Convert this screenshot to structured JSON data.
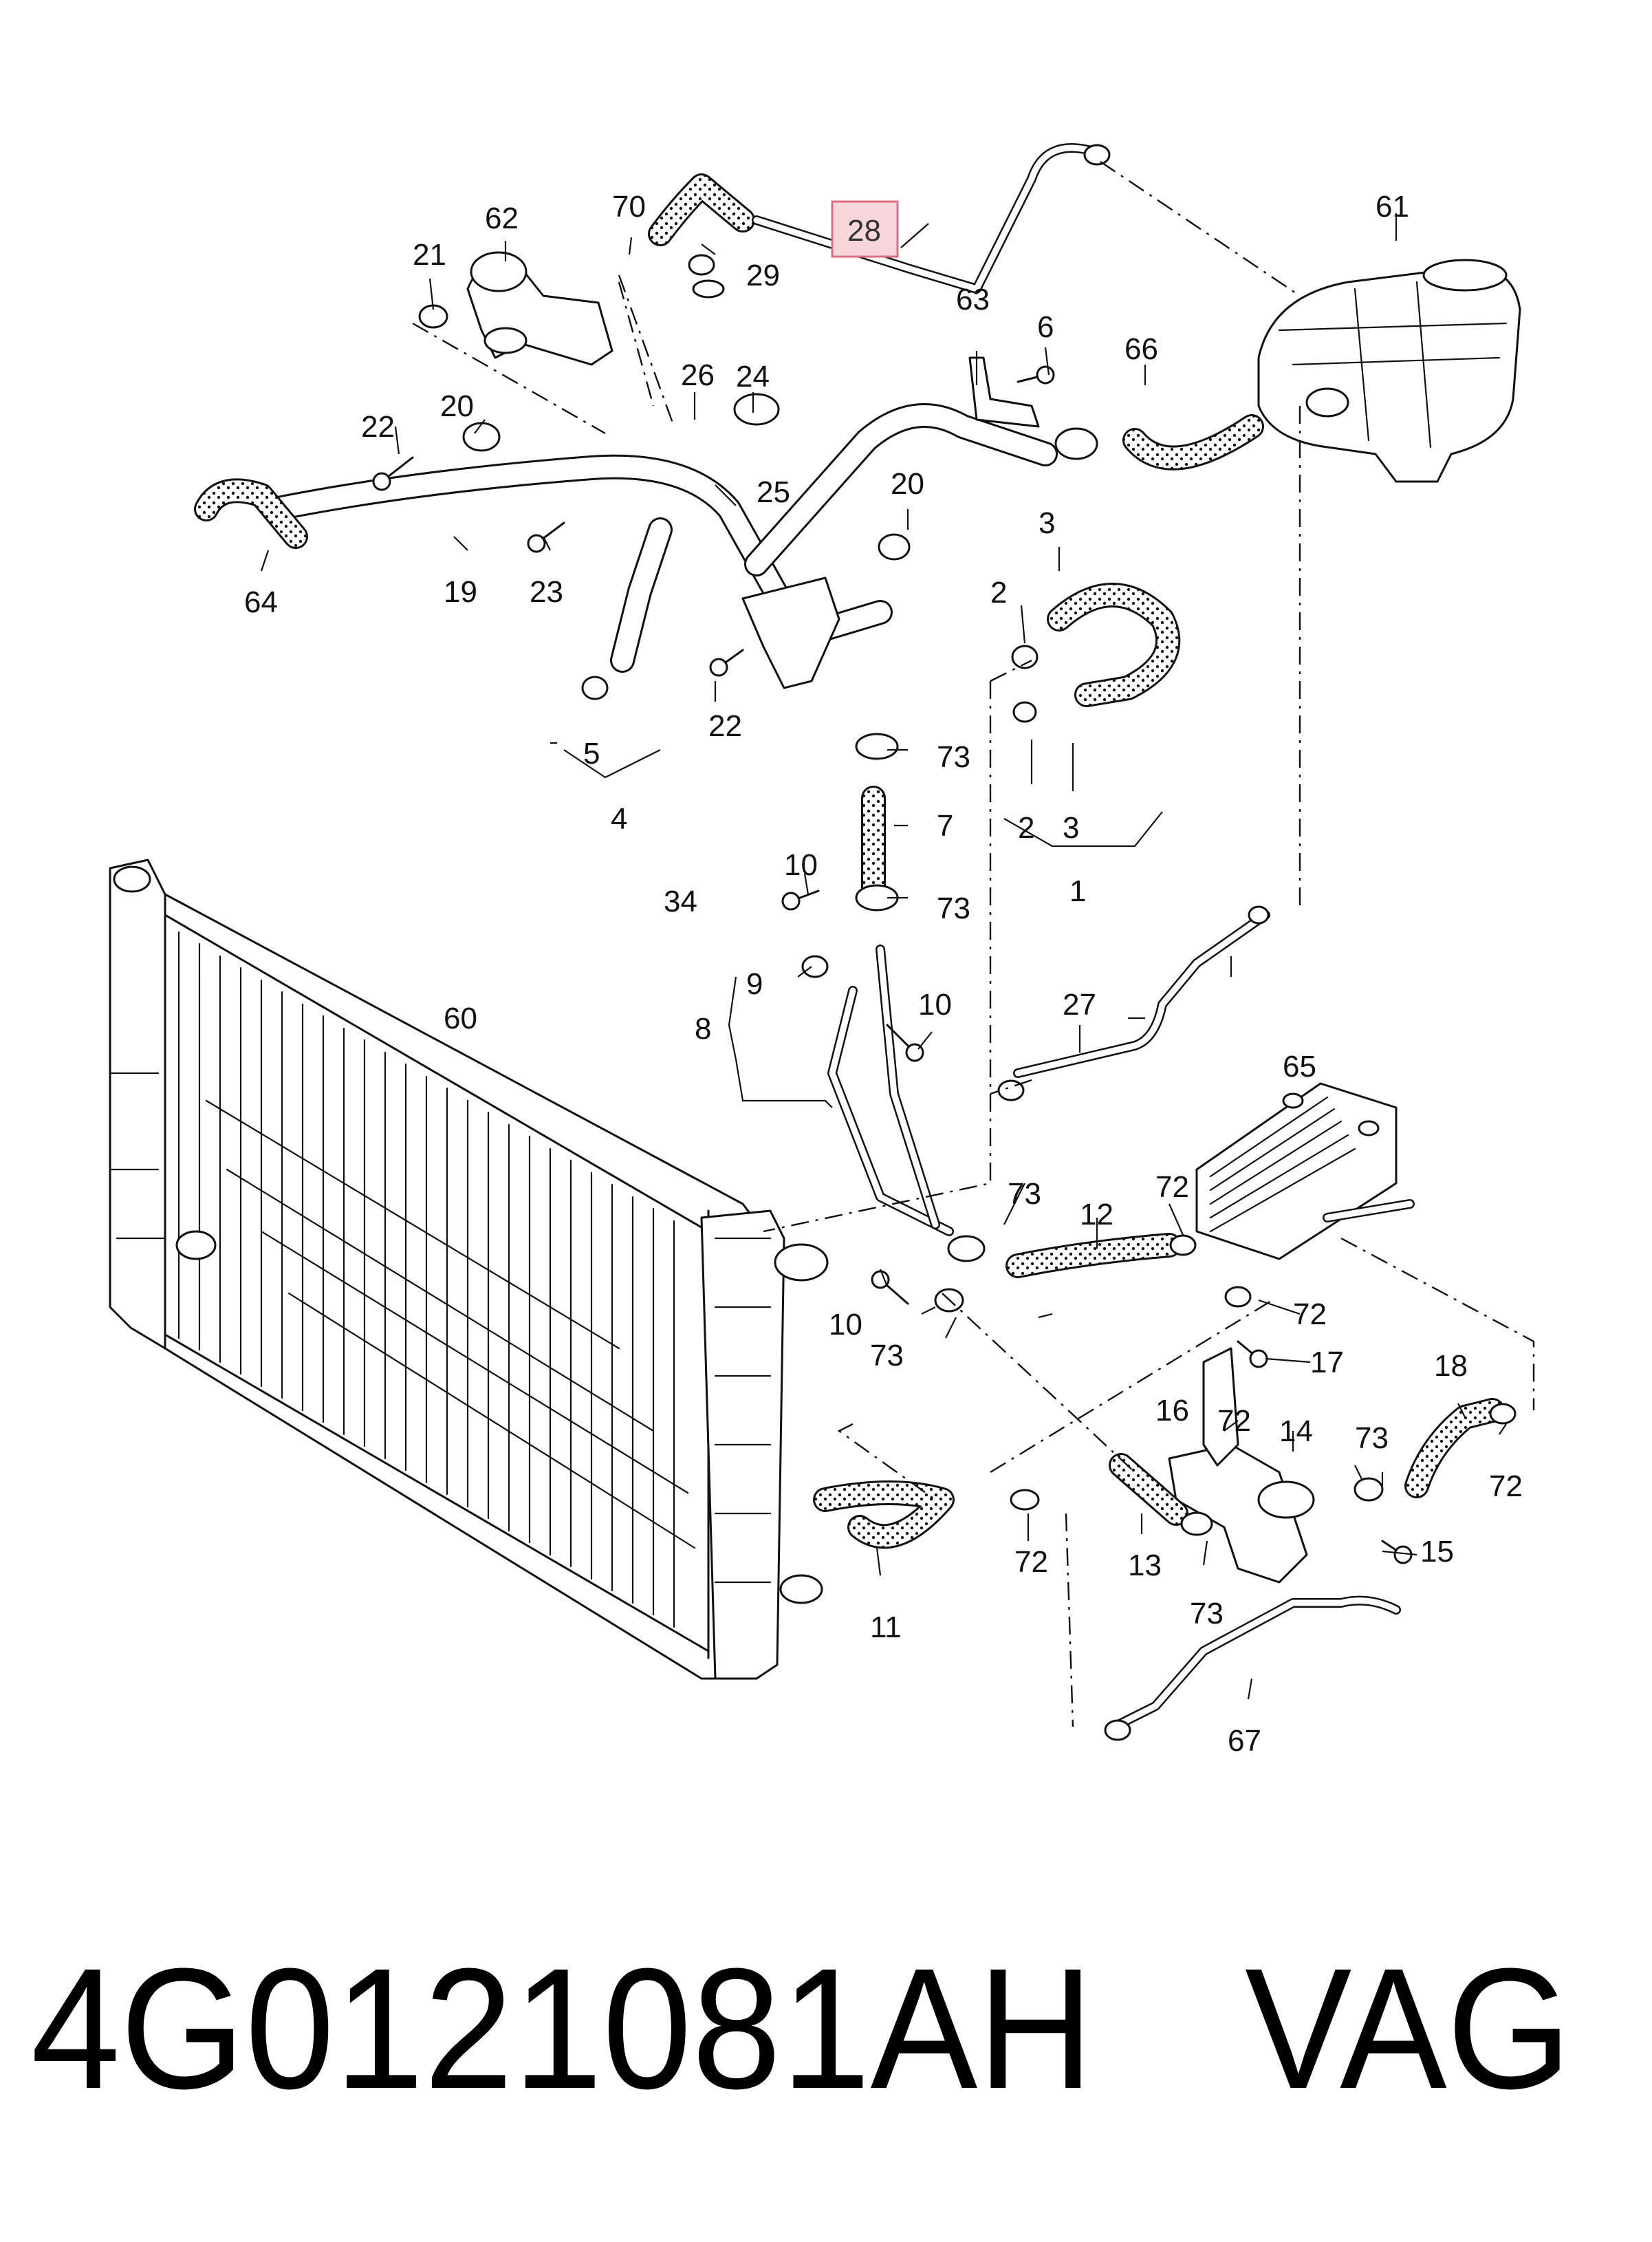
{
  "callouts": {
    "c1": "1",
    "c2a": "2",
    "c2b": "2",
    "c3a": "3",
    "c3b": "3",
    "c4": "4",
    "c5": "5",
    "c7": "7",
    "c8": "8",
    "c9": "9",
    "c10a": "10",
    "c10b": "10",
    "c10c": "10",
    "c11": "11",
    "c12": "12",
    "c13": "13",
    "c14": "14",
    "c15": "15",
    "c16": "16",
    "c17": "17",
    "c18": "18",
    "c19": "19",
    "c20a": "20",
    "c20b": "20",
    "c21": "21",
    "c22a": "22",
    "c22b": "22",
    "c23": "23",
    "c24": "24",
    "c25": "25",
    "c26": "26",
    "c27": "27",
    "c28": "28",
    "c29": "29",
    "c34": "34",
    "c60": "60",
    "c61": "61",
    "c62": "62",
    "c63": "63",
    "c64": "64",
    "c65": "65",
    "c66": "66",
    "c67": "67",
    "c6": "6",
    "c70": "70",
    "c72a": "72",
    "c72b": "72",
    "c72c": "72",
    "c72d": "72",
    "c72e": "72",
    "c73a": "73",
    "c73b": "73",
    "c73c": "73",
    "c73d": "73",
    "c73e": "73",
    "c73f": "73"
  },
  "highlight": {
    "part": "28",
    "box_color": "#f7d6dc",
    "border_color": "#d9707f"
  },
  "footer": {
    "part_number": "4G0121081AH",
    "brand": "VAG"
  }
}
